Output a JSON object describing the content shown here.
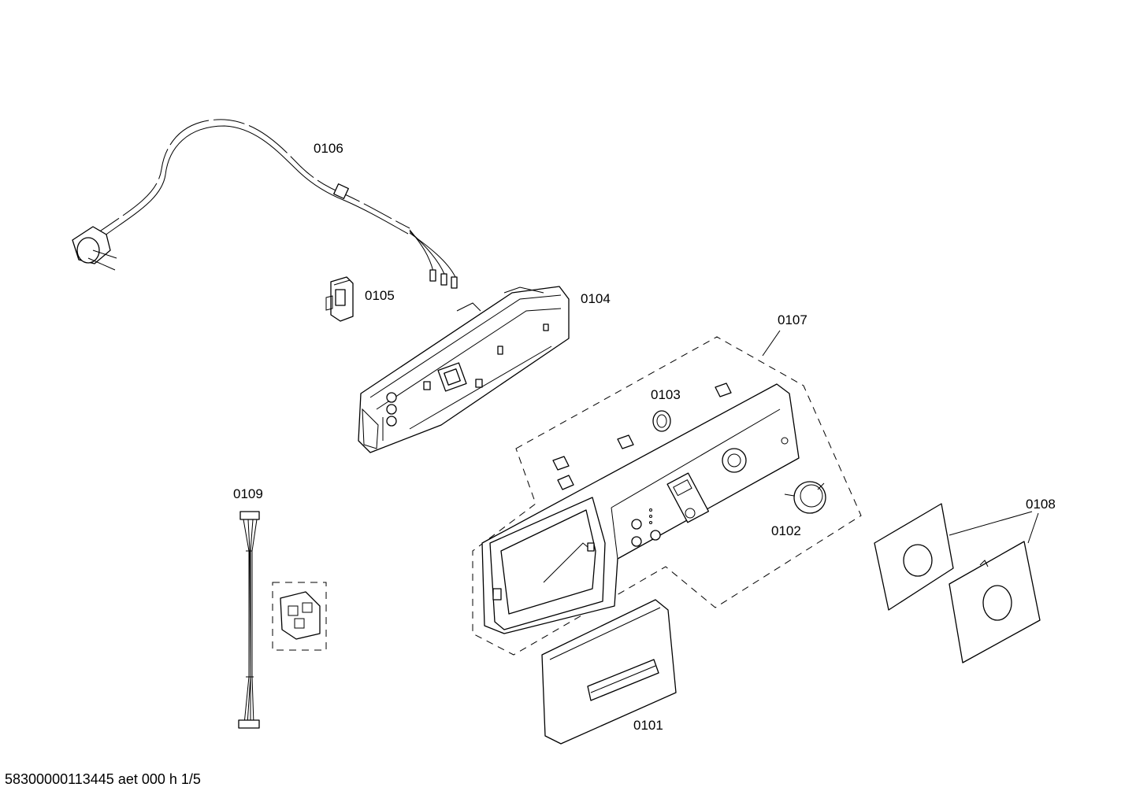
{
  "diagram": {
    "parts": [
      {
        "id": "p0101",
        "label": "0101"
      },
      {
        "id": "p0102",
        "label": "0102"
      },
      {
        "id": "p0103",
        "label": "0103"
      },
      {
        "id": "p0104",
        "label": "0104"
      },
      {
        "id": "p0105",
        "label": "0105"
      },
      {
        "id": "p0106",
        "label": "0106"
      },
      {
        "id": "p0107",
        "label": "0107"
      },
      {
        "id": "p0108",
        "label": "0108"
      },
      {
        "id": "p0109",
        "label": "0109"
      }
    ]
  },
  "footer": {
    "code": "58300000113445 aet 000 h 1/5"
  }
}
